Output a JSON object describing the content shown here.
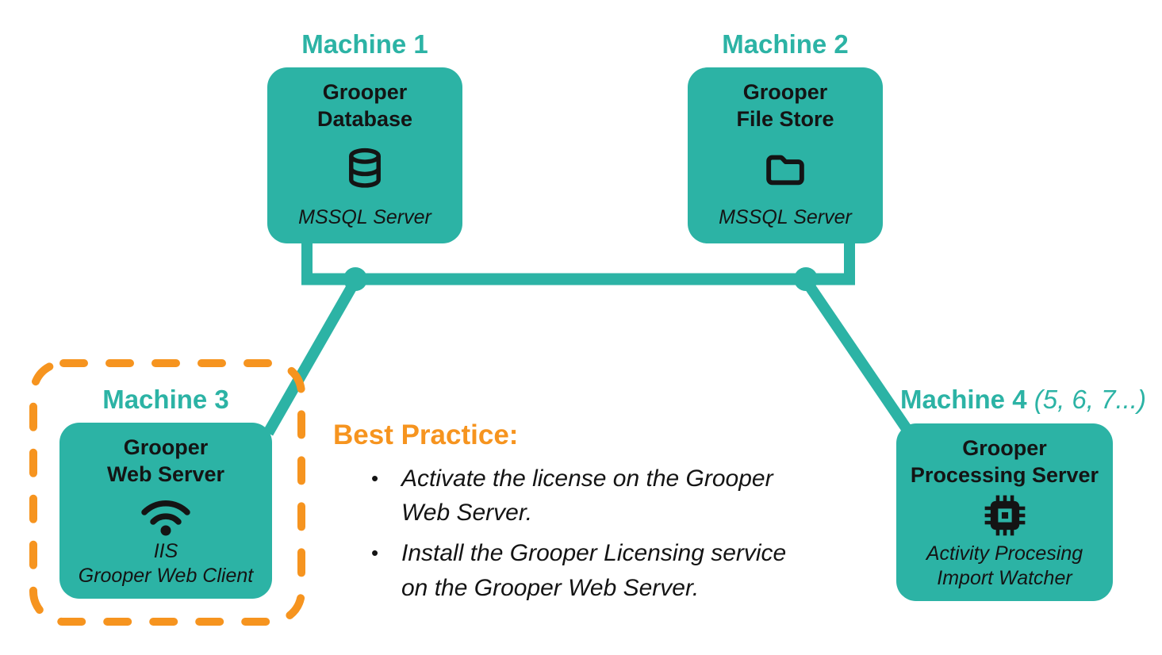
{
  "machines": [
    {
      "title": "Machine 1",
      "name_line1": "Grooper",
      "name_line2": "Database",
      "icon": "database-icon",
      "sublines": [
        "MSSQL Server"
      ]
    },
    {
      "title": "Machine 2",
      "name_line1": "Grooper",
      "name_line2": "File Store",
      "icon": "folder-icon",
      "sublines": [
        "MSSQL Server"
      ]
    },
    {
      "title": "Machine 3",
      "name_line1": "Grooper",
      "name_line2": "Web Server",
      "icon": "wifi-icon",
      "sublines": [
        "IIS",
        "Grooper Web Client"
      ]
    },
    {
      "title": "Machine 4",
      "title_suffix": " (5, 6, 7...)",
      "name_line1": "Grooper",
      "name_line2": "Processing Server",
      "icon": "cpu-icon",
      "sublines": [
        "Activity Procesing",
        "Import Watcher"
      ]
    }
  ],
  "best_practice": {
    "heading": "Best Practice:",
    "bullet_char": "•",
    "bullets": [
      "Activate the license on the Grooper Web Server.",
      "Install the Grooper Licensing service on the Grooper Web Server."
    ]
  },
  "colors": {
    "teal": "#2CB3A5",
    "orange": "#F6941F",
    "ink": "#141414",
    "background": "#FFFFFF"
  }
}
